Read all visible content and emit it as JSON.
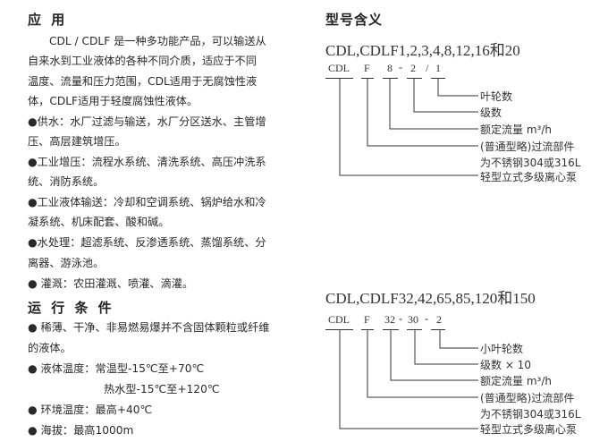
{
  "application": {
    "title": "应 用",
    "paragraph_lines": [
      "CDL / CDLF 是一种多功能产品，可以输送从",
      "自来水到工业液体的各种不同介质，适应于不同",
      "温度、流量和压力范围，CDL适用于无腐蚀性液",
      "体，CDLF适用于轻度腐蚀性液体。"
    ],
    "bullet_lines": [
      "●供水：水厂过滤与输送，水厂分区送水、主管增",
      "压、高层建筑增压。",
      "●工业增压：流程水系统、清洗系统、高压冲洗系",
      "统、消防系统。",
      "●工业液体输送：冷却和空调系统、锅炉给水和冷",
      "凝系统、机床配套、酸和碱。",
      "●水处理：超滤系统、反渗透系统、蒸馏系统、分",
      "离器、游泳池。",
      "● 灌溉：农田灌溉、喷灌、滴灌。"
    ]
  },
  "operating": {
    "title": "运 行 条 件",
    "lines": [
      "● 稀薄、干净、非易燃易爆并不含固体颗粒或纤维",
      "的液体。",
      "● 液体温度：常温型-15℃至+70℃",
      "热水型-15℃至+120℃",
      "● 环境温度：最高+40℃",
      "● 海拔：最高1000m"
    ]
  },
  "model_meaning": {
    "title": "型号含义",
    "diagram1": {
      "heading": "CDL,CDLF1,2,3,4,8,12,16和20",
      "codes": [
        "CDL",
        "F",
        "8",
        "2",
        "1"
      ],
      "separators": [
        "-",
        "/"
      ],
      "labels": [
        "叶轮数",
        "级数",
        "额定流量 m³/h",
        "(普通型略)过流部件",
        "为不锈钢304或316L",
        "轻型立式多级离心泵"
      ]
    },
    "diagram2": {
      "heading": "CDL,CDLF32,42,65,85,120和150",
      "codes": [
        "CDL",
        "F",
        "32",
        "30",
        "2"
      ],
      "separators": [
        "-",
        "-"
      ],
      "labels": [
        "小叶轮数",
        "级数 × 10",
        "额定流量 m³/h",
        "(普通型略)过流部件",
        "为不锈钢304或316L",
        "轻型立式多级离心泵"
      ]
    }
  }
}
